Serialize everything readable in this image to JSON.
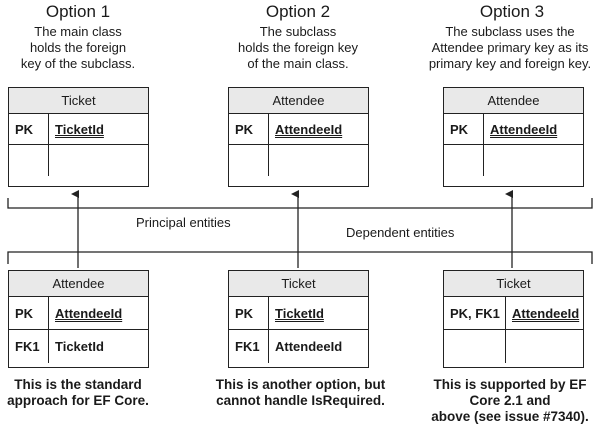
{
  "options": [
    {
      "title": "Option 1",
      "description": "The main class\nholds the foreign\nkey of the subclass."
    },
    {
      "title": "Option 2",
      "description": "The subclass\nholds the foreign key\nof the main class."
    },
    {
      "title": "Option 3",
      "description": "The subclass uses the\nAttendee primary key as its\nprimary key and foreign key."
    }
  ],
  "principal": [
    {
      "name": "Ticket",
      "rows": [
        {
          "key": "PK",
          "value": "TicketId"
        },
        {
          "key": "",
          "value": ""
        }
      ]
    },
    {
      "name": "Attendee",
      "rows": [
        {
          "key": "PK",
          "value": "AttendeeId"
        },
        {
          "key": "",
          "value": ""
        }
      ]
    },
    {
      "name": "Attendee",
      "rows": [
        {
          "key": "PK",
          "value": "AttendeeId"
        },
        {
          "key": "",
          "value": ""
        }
      ]
    }
  ],
  "dependent": [
    {
      "name": "Attendee",
      "rows": [
        {
          "key": "PK",
          "value": "AttendeeId"
        },
        {
          "key": "FK1",
          "value": "TicketId"
        }
      ]
    },
    {
      "name": "Ticket",
      "rows": [
        {
          "key": "PK",
          "value": "TicketId"
        },
        {
          "key": "FK1",
          "value": "AttendeeId"
        }
      ]
    },
    {
      "name": "Ticket",
      "rows": [
        {
          "key": "PK, FK1",
          "value": "AttendeeId"
        },
        {
          "key": "",
          "value": ""
        }
      ]
    }
  ],
  "labels": {
    "principal": "Principal entities",
    "dependent": "Dependent entities"
  },
  "captions": [
    "This is the standard\napproach for EF Core.",
    "This is another option, but\ncannot handle IsRequired.",
    "This is supported by EF\nCore 2.1 and\nabove (see issue #7340)."
  ]
}
